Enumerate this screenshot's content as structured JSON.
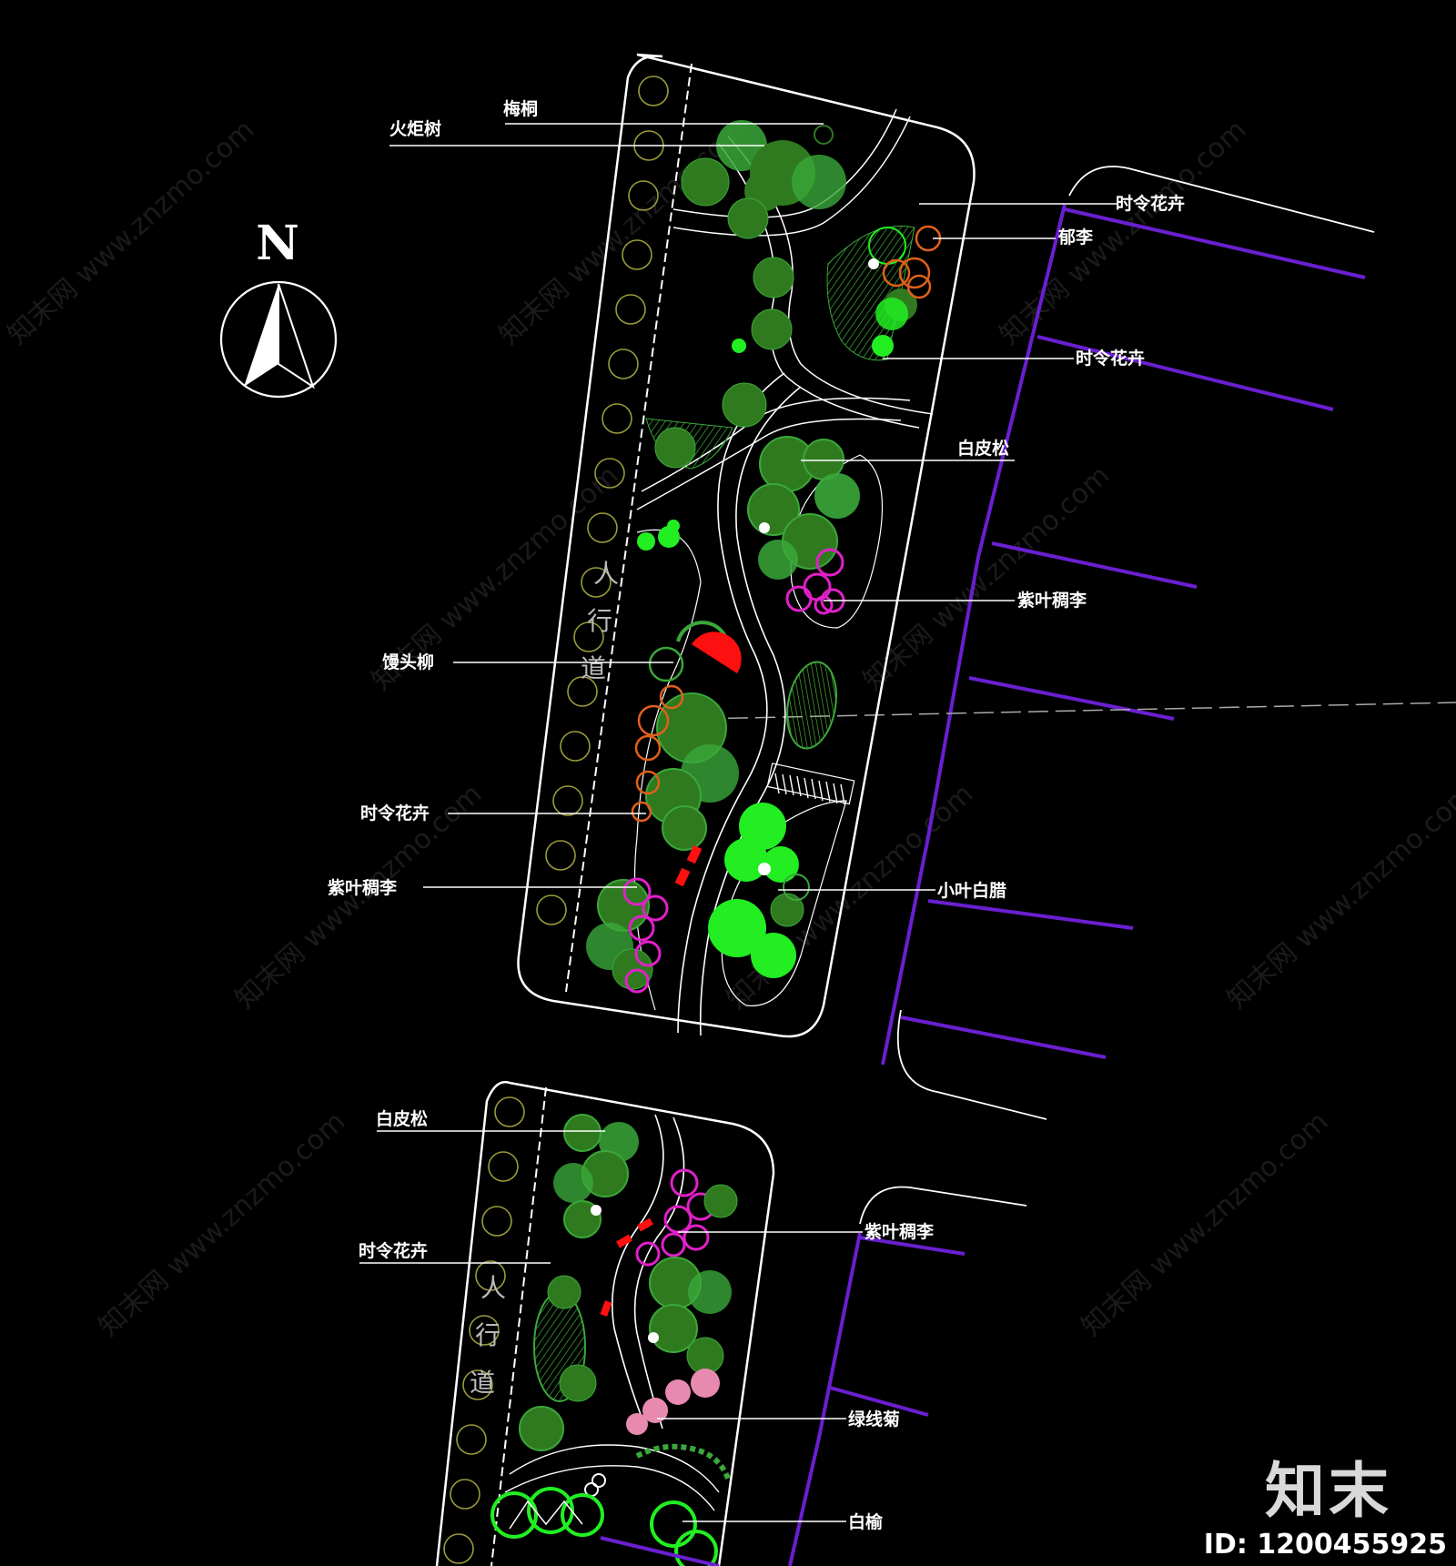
{
  "compass": {
    "letter": "N"
  },
  "labels": {
    "huojushu": "火炬树",
    "shantong": "梅桐",
    "shilinghuahui_1": "时令花卉",
    "yuli": "郁李",
    "shilinghuahui_2": "时令花卉",
    "baipisong_1": "白皮松",
    "ziyelitou_1": "紫叶稠李",
    "mantouliu": "馒头柳",
    "shilinghuahui_3": "时令花卉",
    "ziyelitou_2": "紫叶稠李",
    "xiaoyebaila": "小叶白腊",
    "baipisong_2": "白皮松",
    "shilinghuahui_4": "时令花卉",
    "ziyelitou_3": "紫叶稠李",
    "jinsiju": "绿线菊",
    "baiyu": "白榆"
  },
  "sidewalk_1": [
    "人",
    "行",
    "道"
  ],
  "sidewalk_2": [
    "人",
    "行",
    "道"
  ],
  "watermark_text": "知末网 www.znzmo.com",
  "brand": {
    "name": "知末",
    "id": "ID: 1200455925"
  },
  "colors": {
    "background": "#000000",
    "outline": "#ffffff",
    "tree_green": "#3aa83a",
    "bright_green": "#22ee22",
    "dark_green": "#2f7a1f",
    "orange": "#e0601a",
    "magenta": "#e020c8",
    "pink": "#e88ab0",
    "road_purple": "#6a1fd0",
    "street_tree": "#9a9a3a",
    "red_marker": "#ff1010"
  }
}
